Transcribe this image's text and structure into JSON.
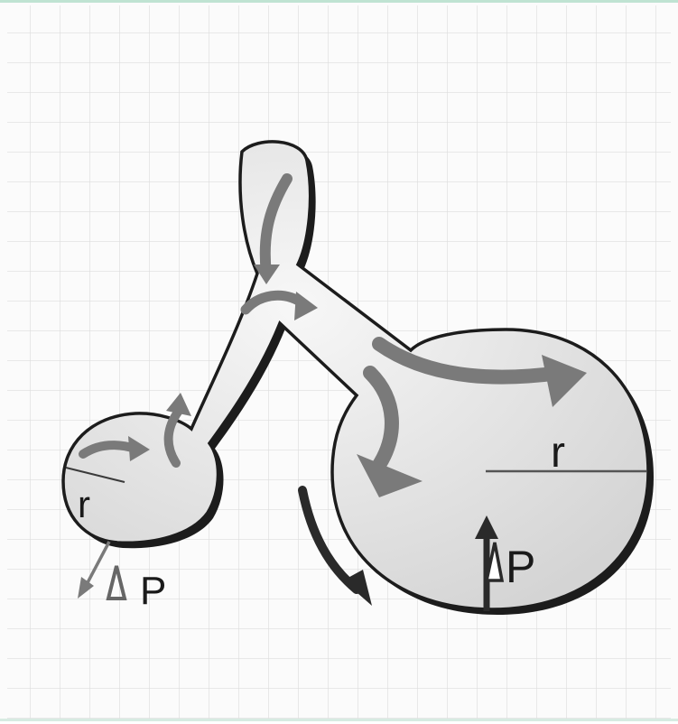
{
  "diagram": {
    "small_sphere": {
      "radius_label": "r",
      "pressure_label": "P"
    },
    "large_sphere": {
      "radius_label": "r",
      "pressure_label": "P"
    }
  },
  "colors": {
    "grid_line": "#dcdcdc",
    "body_fill": "#e4e4e4",
    "outline": "#1c1c1c",
    "flow_arrow": "#7a7a7a",
    "label_text": "#1a1a1a"
  }
}
